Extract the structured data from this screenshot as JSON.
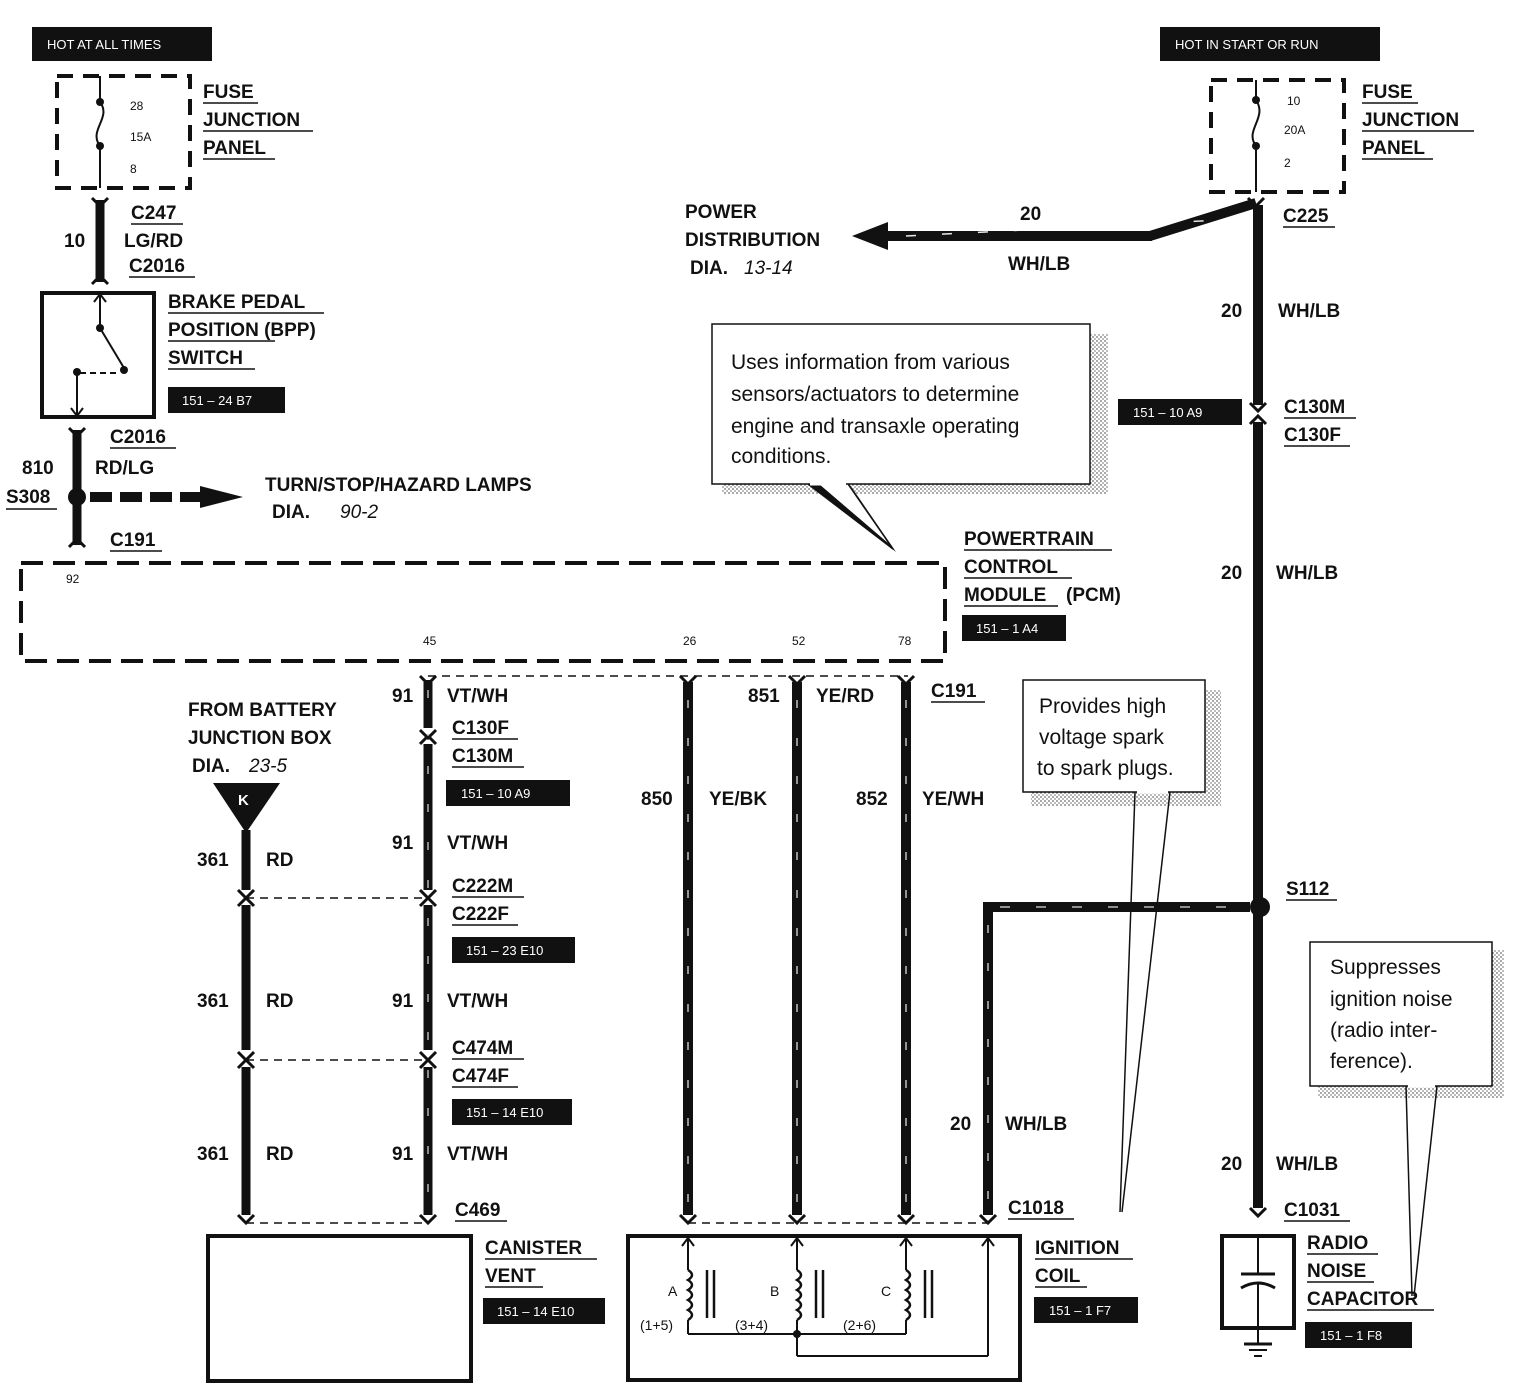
{
  "banners": {
    "left": "HOT AT ALL TIMES",
    "right": "HOT IN START OR RUN"
  },
  "fuse_left": {
    "top_pin": "28",
    "rating": "15A",
    "bottom_pin": "8",
    "title_1": "FUSE",
    "title_2": "JUNCTION",
    "title_3": "PANEL"
  },
  "fuse_right": {
    "top_pin": "10",
    "rating": "20A",
    "bottom_pin": "2",
    "title_1": "FUSE",
    "title_2": "JUNCTION",
    "title_3": "PANEL"
  },
  "left_branch": {
    "c247": "C247",
    "circuit_10": "10",
    "color_lgrd": "LG/RD",
    "c2016_top": "C2016",
    "bpp_1": "BRAKE PEDAL",
    "bpp_2": "POSITION (BPP)",
    "bpp_3": "SWITCH",
    "bpp_ref": "151 – 24 B7",
    "c2016_bottom": "C2016",
    "circuit_810": "810",
    "color_rdlg": "RD/LG",
    "s308": "S308",
    "turn_label": "TURN/STOP/HAZARD LAMPS",
    "turn_dia": "DIA.",
    "turn_dia_num": "90-2",
    "c191": "C191",
    "pin_92": "92"
  },
  "power_dist": {
    "line1": "POWER",
    "line2": "DISTRIBUTION",
    "dia": "DIA.",
    "dia_num": "13-14",
    "circuit": "20",
    "color": "WH/LB",
    "c225": "C225"
  },
  "right_branch": {
    "circuit_a": "20",
    "color_a": "WH/LB",
    "ref_c130": "151 – 10 A9",
    "c130m": "C130M",
    "c130f": "C130F",
    "circuit_b": "20",
    "color_b": "WH/LB",
    "s112": "S112",
    "circuit_c": "20",
    "color_c": "WH/LB",
    "c1031": "C1031",
    "cap_1": "RADIO",
    "cap_2": "NOISE",
    "cap_3": "CAPACITOR",
    "cap_ref": "151 – 1 F8"
  },
  "callouts": {
    "pcm": [
      "Uses information from various",
      "sensors/actuators to determine",
      "engine and transaxle operating",
      "conditions."
    ],
    "coil": [
      "Provides high",
      "voltage spark",
      "to spark plugs."
    ],
    "cap": [
      "Suppresses",
      "ignition noise",
      "(radio inter-",
      "ference)."
    ]
  },
  "pcm": {
    "line1": "POWERTRAIN",
    "line2": "CONTROL",
    "line3": "MODULE",
    "line3b": "(PCM)",
    "ref": "151 – 1 A4",
    "pins": [
      "45",
      "26",
      "52",
      "78"
    ]
  },
  "battery": {
    "line1": "FROM BATTERY",
    "line2": "JUNCTION BOX",
    "dia": "DIA.",
    "dia_num": "23-5",
    "symbol": "K"
  },
  "left_wires": {
    "c91": "91",
    "vtwh": "VT/WH",
    "c130f": "C130F",
    "c130m": "C130M",
    "ref1": "151 – 10 A9",
    "c361": "361",
    "rd": "RD",
    "c222m": "C222M",
    "c222f": "C222F",
    "ref2": "151 – 23 E10",
    "c474m": "C474M",
    "c474f": "C474F",
    "ref3": "151 – 14 E10",
    "c469": "C469",
    "vent_1": "CANISTER",
    "vent_2": "VENT",
    "vent_ref": "151 – 14 E10"
  },
  "coil_wires": {
    "c191": "C191",
    "c851": "851",
    "yerd": "YE/RD",
    "c850": "850",
    "yebk": "YE/BK",
    "c852": "852",
    "yewh": "YE/WH",
    "c20": "20",
    "whlb": "WH/LB",
    "c1018": "C1018",
    "coil_1": "IGNITION",
    "coil_2": "COIL",
    "coil_ref": "151 – 1 F7",
    "coil_a": "A",
    "coil_b": "B",
    "coil_c": "C",
    "pair_a": "(1+5)",
    "pair_b": "(3+4)",
    "pair_c": "(2+6)"
  }
}
